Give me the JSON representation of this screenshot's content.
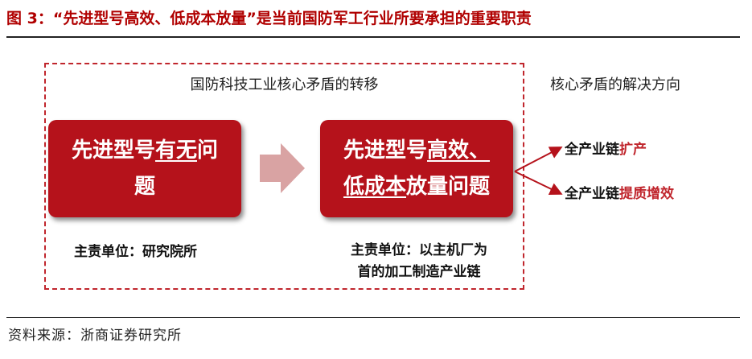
{
  "figure": {
    "title": "图 3：“先进型号高效、低成本放量”是当前国防军工行业所要承担的重要职责"
  },
  "frame": {
    "title": "国防科技工业核心矛盾的转移"
  },
  "left_box": {
    "prefix": "先进型号",
    "underlined": "有无",
    "suffix": "问",
    "line2": "题",
    "responsible": "主责单位：研究院所"
  },
  "right_box": {
    "prefix": "先进型号",
    "underlined1": "高效、",
    "underlined2": "低成本",
    "suffix": "放量问题",
    "responsible_line1": "主责单位：以主机厂为",
    "responsible_line2": "首的加工制造产业链"
  },
  "directions": {
    "title": "核心矛盾的解决方向",
    "items": [
      {
        "prefix": "全产业链",
        "highlight": "扩产"
      },
      {
        "prefix": "全产业链",
        "highlight": "提质增效"
      }
    ]
  },
  "colors": {
    "accent": "#b5121b",
    "highlight": "#c0262d",
    "arrow": "#d9a3a3"
  },
  "source": "资料来源：浙商证券研究所"
}
